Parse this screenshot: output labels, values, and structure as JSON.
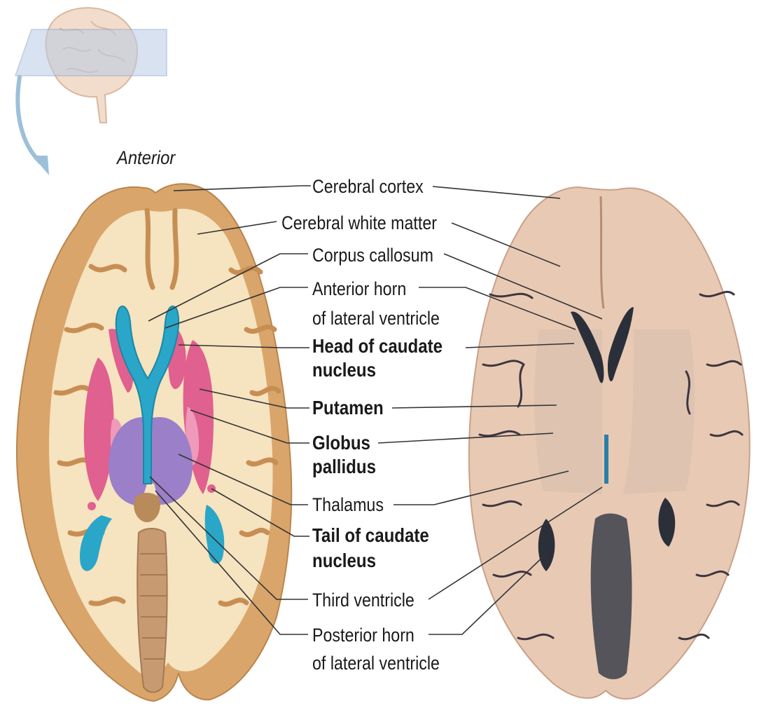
{
  "orientation_label": "Anterior",
  "labels": [
    {
      "id": "cerebral-cortex",
      "text": "Cerebral cortex",
      "bold": false
    },
    {
      "id": "cerebral-white-matter",
      "text": "Cerebral white matter",
      "bold": false
    },
    {
      "id": "corpus-callosum",
      "text": "Corpus callosum",
      "bold": false
    },
    {
      "id": "anterior-horn",
      "line1": "Anterior horn",
      "line2": "of lateral ventricle",
      "bold": false
    },
    {
      "id": "head-caudate",
      "line1": "Head of caudate",
      "line2": "nucleus",
      "bold": true
    },
    {
      "id": "putamen",
      "text": "Putamen",
      "bold": true
    },
    {
      "id": "globus-pallidus",
      "line1": "Globus",
      "line2": "pallidus",
      "bold": true
    },
    {
      "id": "thalamus",
      "text": "Thalamus",
      "bold": false
    },
    {
      "id": "tail-caudate",
      "line1": "Tail of caudate",
      "line2": "nucleus",
      "bold": true
    },
    {
      "id": "third-ventricle",
      "text": "Third ventricle",
      "bold": false
    },
    {
      "id": "posterior-horn",
      "line1": "Posterior horn",
      "line2": "of lateral ventricle",
      "bold": false
    }
  ],
  "colors": {
    "cortex": "#d9a56b",
    "white_matter": "#f6e3bf",
    "ventricle": "#2aa6c8",
    "caudate_putamen": "#e0608f",
    "globus_pallidus": "#ee9ab8",
    "thalamus": "#9b7fc9",
    "photo_tissue": "#e8c9b4",
    "photo_dark": "#2b2f3a",
    "leader_line": "#333333"
  }
}
